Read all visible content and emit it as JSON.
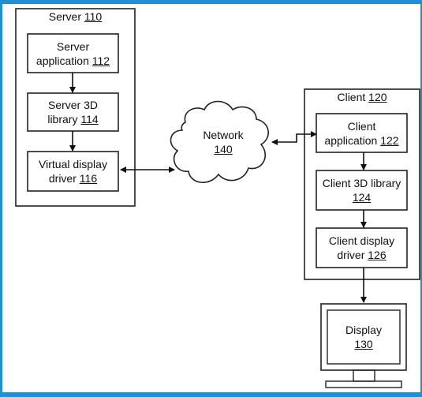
{
  "server": {
    "title": "Server",
    "ref": "110",
    "nodes": {
      "app": {
        "line1": "Server",
        "line2": "application",
        "ref": "112"
      },
      "lib": {
        "line1": "Server 3D",
        "line2": "library",
        "ref": "114"
      },
      "driver": {
        "line1": "Virtual display",
        "line2": "driver",
        "ref": "116"
      }
    }
  },
  "network": {
    "label": "Network",
    "ref": "140"
  },
  "client": {
    "title": "Client",
    "ref": "120",
    "nodes": {
      "app": {
        "line1": "Client",
        "line2": "application",
        "ref": "122"
      },
      "lib": {
        "line1": "Client 3D library",
        "ref": "124"
      },
      "driver": {
        "line1": "Client display",
        "line2": "driver",
        "ref": "126"
      }
    }
  },
  "display": {
    "label": "Display",
    "ref": "130"
  }
}
